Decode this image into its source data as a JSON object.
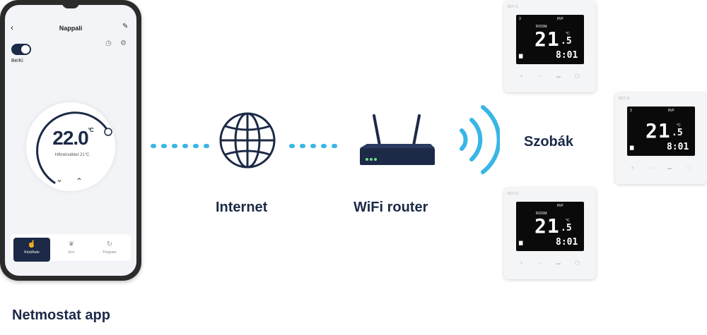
{
  "phone_app": {
    "room_title": "Nappali",
    "power_label": "Be/Ki",
    "set_temp": "22.0",
    "temp_unit": "°C",
    "current_temp": "Hőmérséklet 21°C",
    "tabs": [
      {
        "label": "Kézi/Auto"
      },
      {
        "label": "Eco"
      },
      {
        "label": "Program"
      }
    ]
  },
  "labels": {
    "internet": "Internet",
    "router": "WiFi router",
    "rooms": "Szobák",
    "app": "Netmostat app"
  },
  "thermostat": {
    "room_label": "ROOM",
    "temp_whole": "21",
    "temp_decimal": ".5",
    "unit": "°C",
    "time": "8:01",
    "day": "3",
    "mode_text": "8VF",
    "brand": "BOT-S"
  },
  "colors": {
    "accent": "#38b6e5",
    "navy": "#1c2a47"
  }
}
